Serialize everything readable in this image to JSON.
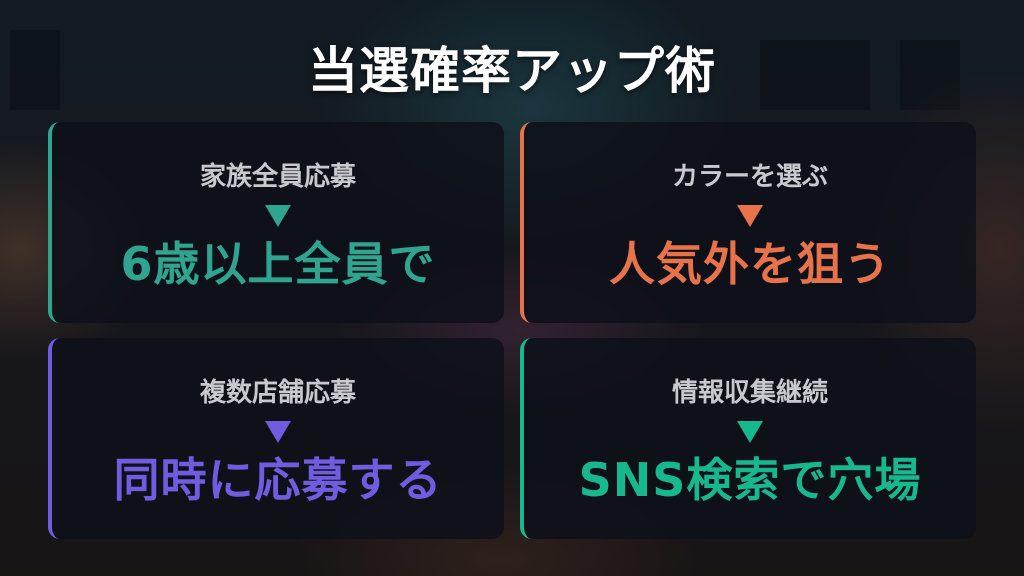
{
  "title": "当選確率アップ術",
  "cards": [
    {
      "label": "家族全員応募",
      "arrow_icon": "down-triangle-icon",
      "result": "6歳以上全員で",
      "accent": "#2fa58f"
    },
    {
      "label": "カラーを選ぶ",
      "arrow_icon": "down-triangle-icon",
      "result": "人気外を狙う",
      "accent": "#e8734a"
    },
    {
      "label": "複数店舗応募",
      "arrow_icon": "down-triangle-icon",
      "result": "同時に応募する",
      "accent": "#6f5ce0"
    },
    {
      "label": "情報収集継続",
      "arrow_icon": "down-triangle-icon",
      "result": "SNS検索で穴場",
      "accent": "#18b88f"
    }
  ],
  "colors": {
    "title_text": "#ffffff",
    "label_text": "#c9c9cd",
    "card_background": "#0e101a"
  }
}
